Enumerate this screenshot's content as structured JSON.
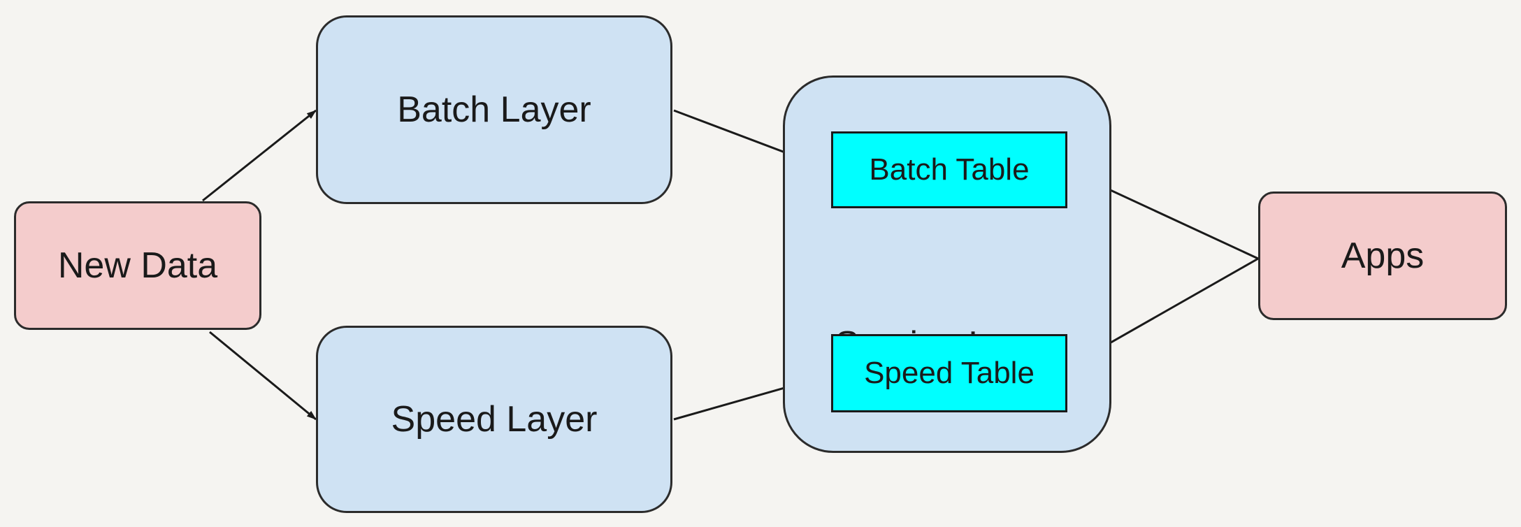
{
  "nodes": {
    "new_data": "New Data",
    "batch_layer": "Batch Layer",
    "speed_layer": "Speed Layer",
    "serving_layer": "Serving Layer",
    "batch_table": "Batch Table",
    "speed_table": "Speed Table",
    "apps": "Apps"
  },
  "colors": {
    "source_fill": "#f4cccc",
    "layer_fill": "#cfe2f3",
    "table_fill": "#00ffff",
    "stroke": "#2b2b2b",
    "background": "#f5f4f1"
  }
}
